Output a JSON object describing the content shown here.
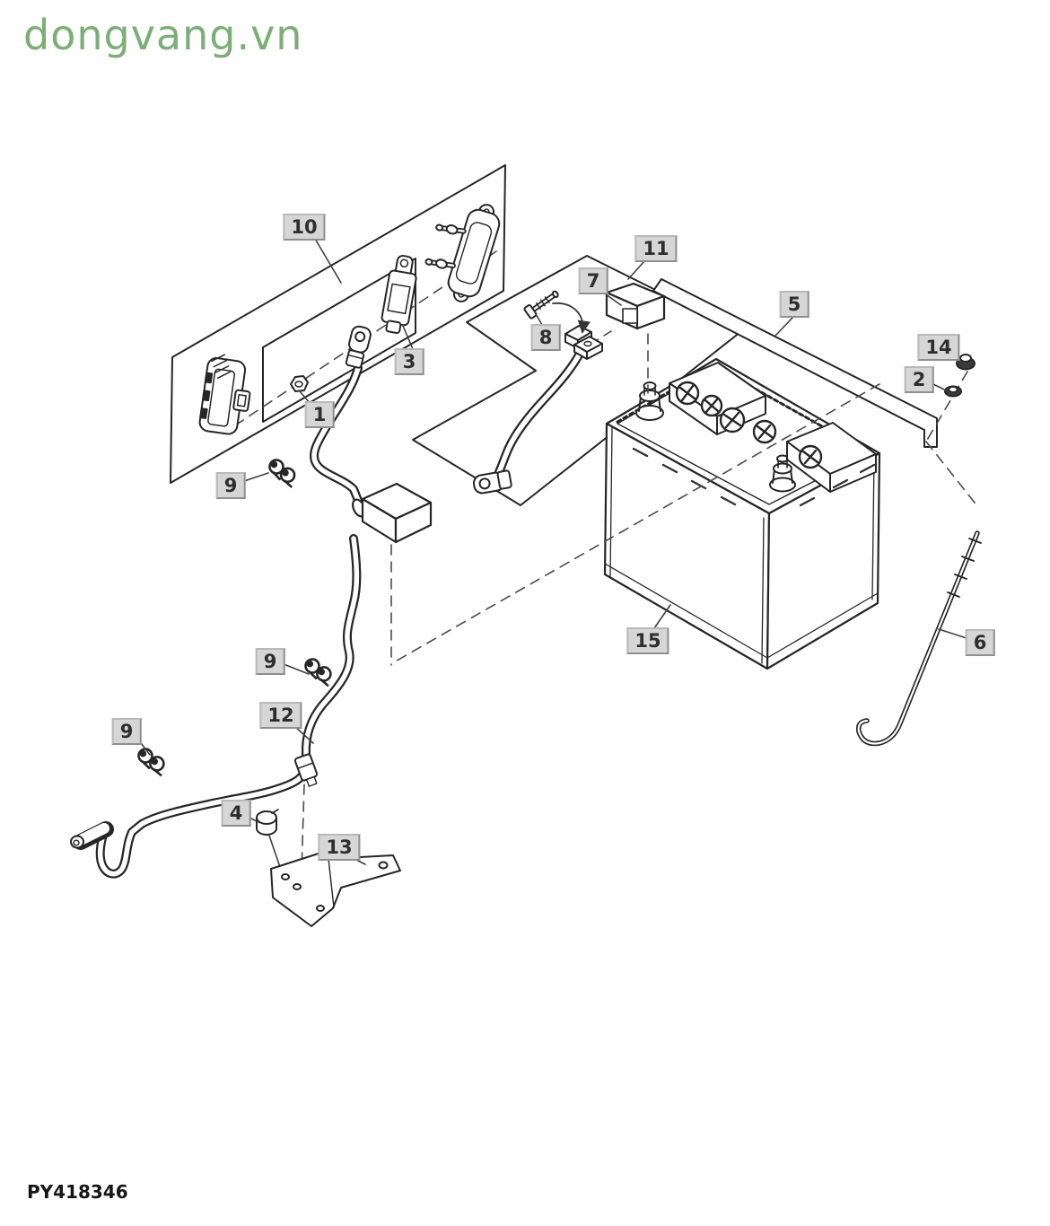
{
  "watermark": {
    "text": "dongvang.vn",
    "color": "#7dae77"
  },
  "figure": {
    "part_code": "PY418346",
    "type": "exploded-parts-diagram",
    "subject": "battery-and-cables"
  },
  "callout_style": {
    "bg": "#d6d6d6",
    "border": "#9b9b9b",
    "text_color": "#2e2e2e"
  },
  "callouts": [
    {
      "num": "10"
    },
    {
      "num": "11"
    },
    {
      "num": "7"
    },
    {
      "num": "8"
    },
    {
      "num": "3"
    },
    {
      "num": "1"
    },
    {
      "num": "5"
    },
    {
      "num": "14"
    },
    {
      "num": "2"
    },
    {
      "num": "9"
    },
    {
      "num": "9"
    },
    {
      "num": "9"
    },
    {
      "num": "12"
    },
    {
      "num": "4"
    },
    {
      "num": "13"
    },
    {
      "num": "15"
    },
    {
      "num": "6"
    }
  ]
}
